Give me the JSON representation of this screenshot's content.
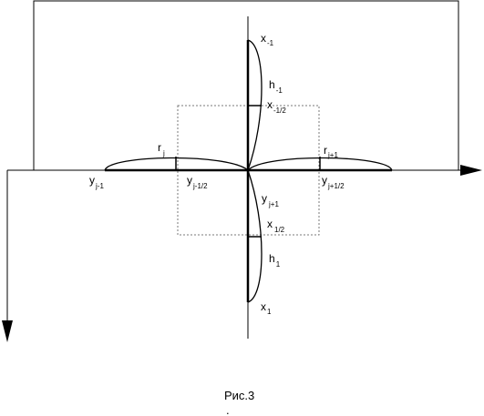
{
  "figure": {
    "caption": "Рис.3",
    "caption_mark": ".",
    "labels": {
      "x_minus1": {
        "base": "x",
        "sub": "-1"
      },
      "h_minus1": {
        "base": "h",
        "sub": "-1"
      },
      "x_minus_half": {
        "base": "x",
        "sub": "-1/2"
      },
      "r_j": {
        "base": "r",
        "sub": "j"
      },
      "r_j1": {
        "base": "r",
        "sub": "j+1"
      },
      "y_jm1": {
        "base": "y",
        "sub": "j-1"
      },
      "y_jhalf": {
        "base": "y",
        "sub": "j-1/2"
      },
      "y_j1": {
        "base": "y",
        "sub": "j+1"
      },
      "y_j1half": {
        "base": "y",
        "sub": "j+1/2"
      },
      "x_half": {
        "base": "x",
        "sub": "1/2"
      },
      "h_1": {
        "base": "h",
        "sub": "1"
      },
      "x_1": {
        "base": "x",
        "sub": "1"
      }
    },
    "colors": {
      "stroke": "#000000",
      "dotted": "#7a7a7a",
      "background": "#ffffff"
    }
  }
}
